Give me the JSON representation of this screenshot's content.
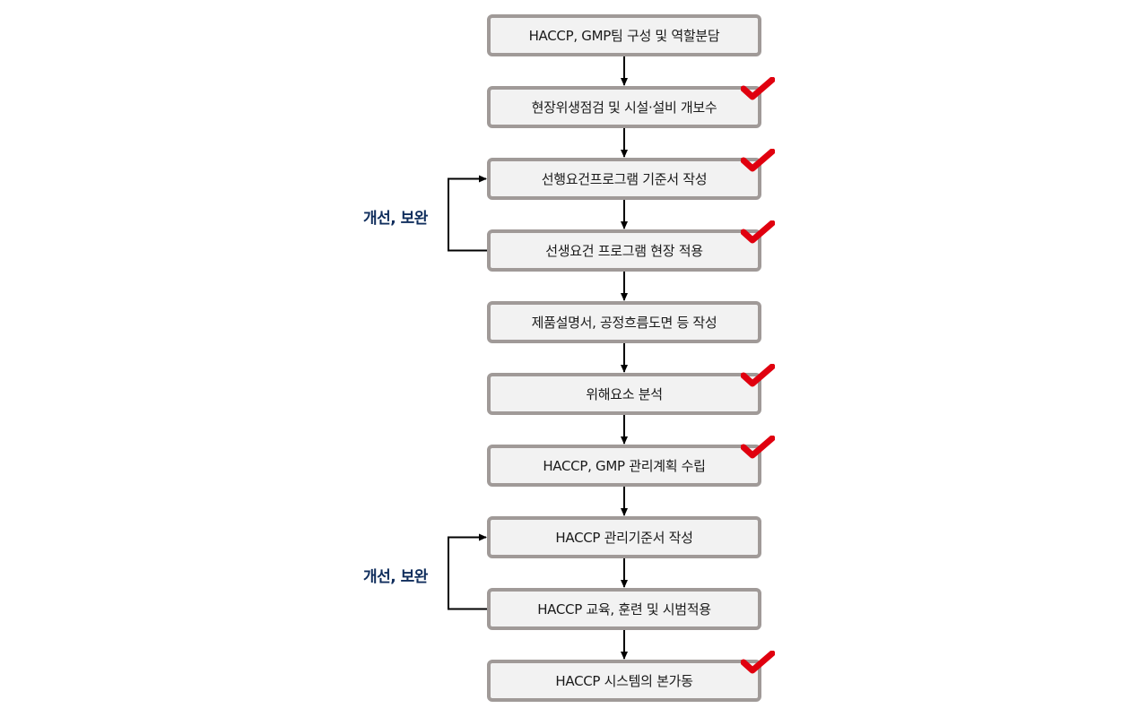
{
  "diagram": {
    "steps": [
      {
        "label": "HACCP, GMP팀 구성 및 역할분담",
        "checked": false
      },
      {
        "label": "현장위생점검 및 시설·설비 개보수",
        "checked": true
      },
      {
        "label": "선행요건프로그램 기준서 작성",
        "checked": true
      },
      {
        "label": "선생요건 프로그램 현장 적용",
        "checked": true
      },
      {
        "label": "제품설명서, 공정흐름도면 등 작성",
        "checked": false
      },
      {
        "label": "위해요소 분석",
        "checked": true
      },
      {
        "label": "HACCP, GMP 관리계획 수립",
        "checked": true
      },
      {
        "label": "HACCP 관리기준서 작성",
        "checked": false
      },
      {
        "label": "HACCP 교육, 훈련 및 시범적용",
        "checked": false
      },
      {
        "label": "HACCP 시스템의 본가동",
        "checked": true
      }
    ],
    "loops": [
      {
        "label": "개선, 보완",
        "from_step": 3,
        "to_step": 2
      },
      {
        "label": "개선, 보완",
        "from_step": 8,
        "to_step": 7
      }
    ],
    "colors": {
      "box_fill": "#f2f2f2",
      "box_border": "#a09a98",
      "arrow": "#000000",
      "check": "#e0000f",
      "loop_label": "#0f2d5c"
    },
    "check_icon": "red-checkmark-icon"
  }
}
